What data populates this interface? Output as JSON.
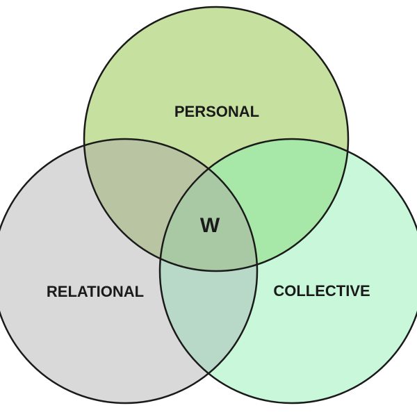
{
  "diagram": {
    "sets": [
      {
        "id": "personal",
        "label": "PERSONAL",
        "fill": "#c5e09f"
      },
      {
        "id": "relational",
        "label": "RELATIONAL",
        "fill": "#d9d9d9"
      },
      {
        "id": "collective",
        "label": "COLLECTIVE",
        "fill": "#c8f7da"
      }
    ],
    "center_label": "W",
    "overlap_colors": {
      "personal_relational": "#b9c4a2",
      "personal_collective": "#a7e8a8",
      "relational_collective": "#b8d8c8",
      "all": "#a9c8a4"
    }
  }
}
